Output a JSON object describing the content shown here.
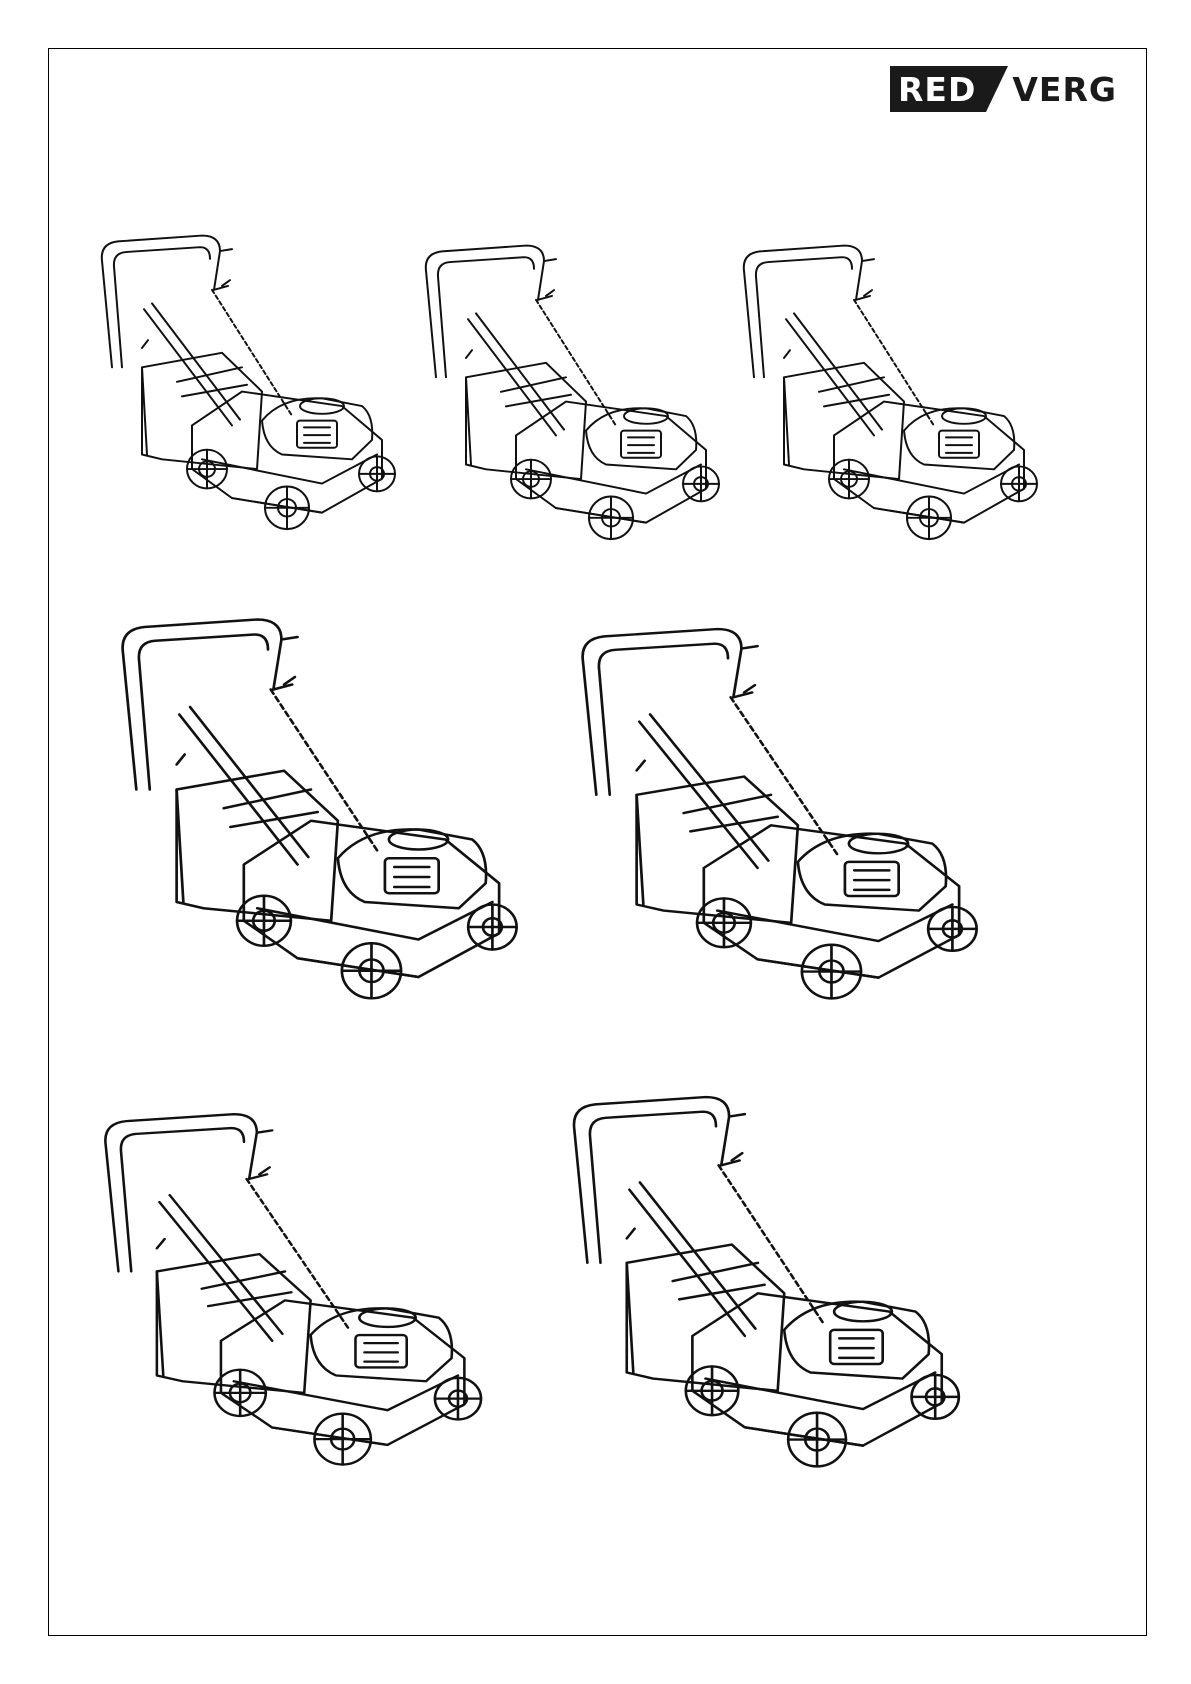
{
  "brand": {
    "logo_left": "RED",
    "logo_right": "VERG",
    "color_dark": "#1a1a1a"
  },
  "illustrations": [
    {
      "id": "mower-1",
      "icon": "lawn-mower-illustration"
    },
    {
      "id": "mower-2",
      "icon": "lawn-mower-illustration"
    },
    {
      "id": "mower-3",
      "icon": "lawn-mower-illustration"
    },
    {
      "id": "mower-4",
      "icon": "lawn-mower-illustration"
    },
    {
      "id": "mower-5",
      "icon": "lawn-mower-illustration"
    },
    {
      "id": "mower-6",
      "icon": "lawn-mower-illustration"
    },
    {
      "id": "mower-7",
      "icon": "lawn-mower-illustration"
    }
  ]
}
